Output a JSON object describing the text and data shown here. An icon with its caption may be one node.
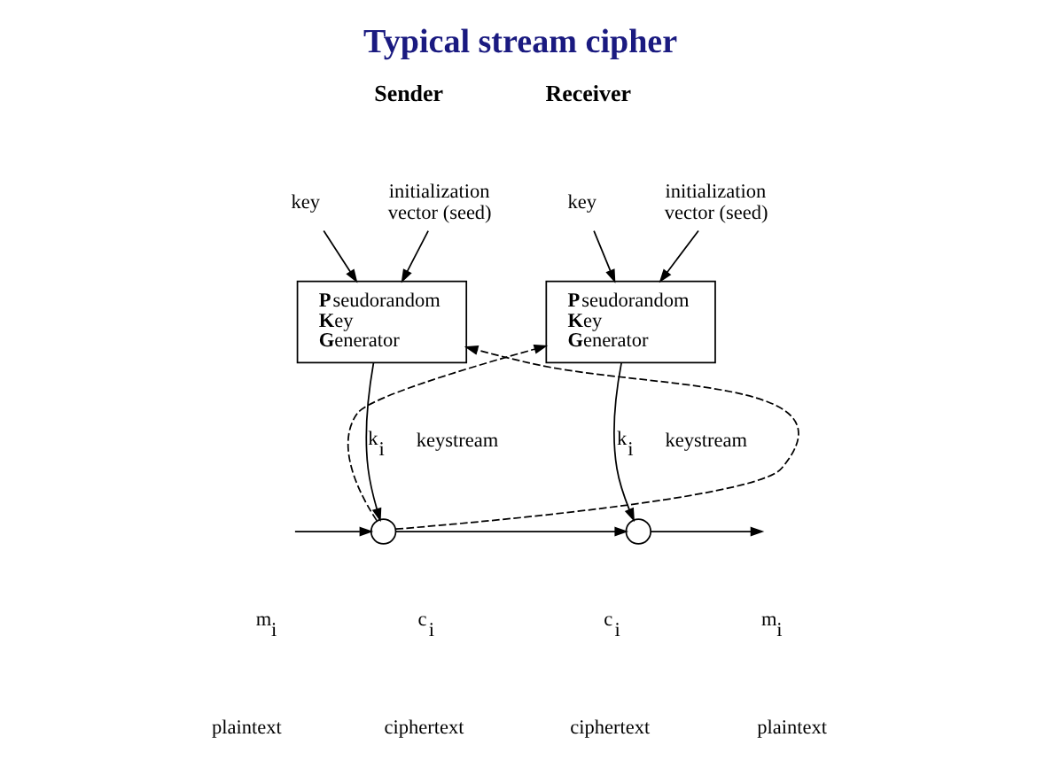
{
  "diagram": {
    "title": "Typical stream cipher",
    "nodes": [
      {
        "text": [
          "key"
        ]
      },
      {
        "text": [
          "initialization vector (seed)"
        ]
      },
      {
        "text": [
          "**P**seudorandom **K**ey **G**enerator"
        ]
      },
      {
        "text": [],
        "shape": "circle"
      },
      {
        "text": [
          "key"
        ]
      },
      {
        "text": [
          "initialization vector (seed)"
        ]
      },
      {
        "text": [
          "**P**seudorandom **K**ey **G**enerator"
        ]
      },
      {
        "text": [],
        "shape": "circle"
      }
    ],
    "edges": [
      {
        "from": 0,
        "to": 2,
        "arrow": "to"
      },
      {
        "from": 1,
        "to": 2,
        "arrow": "to"
      },
      {
        "from": 2,
        "to": 3,
        "arrow": "to",
        "label": "k$_{i}$"
      },
      {
        "from": null,
        "to": 3,
        "arrow": "to"
      },
      {
        "from": 3,
        "to": 7,
        "arrow": "to"
      },
      {
        "from": 3,
        "to": 2,
        "arrow": "to",
        "style": "dashed"
      },
      {
        "from": 3,
        "to": 6,
        "arrow": "to",
        "style": "dashed"
      },
      {
        "from": 4,
        "to": 6,
        "arrow": "to"
      },
      {
        "from": 5,
        "to": 6,
        "arrow": "to"
      },
      {
        "from": 6,
        "to": 7,
        "arrow": "to",
        "label": "k$_{i}$"
      },
      {
        "from": 7,
        "to": null,
        "arrow": "to"
      }
    ],
    "labels": [
      "Sender",
      "Receiver",
      "keystream",
      "keystream",
      "m$_{i}$",
      "c$_{i}$",
      "c$_{i}$",
      "m$_{i}$",
      "plaintext",
      "ciphertext",
      "ciphertext",
      "plaintext"
    ]
  }
}
